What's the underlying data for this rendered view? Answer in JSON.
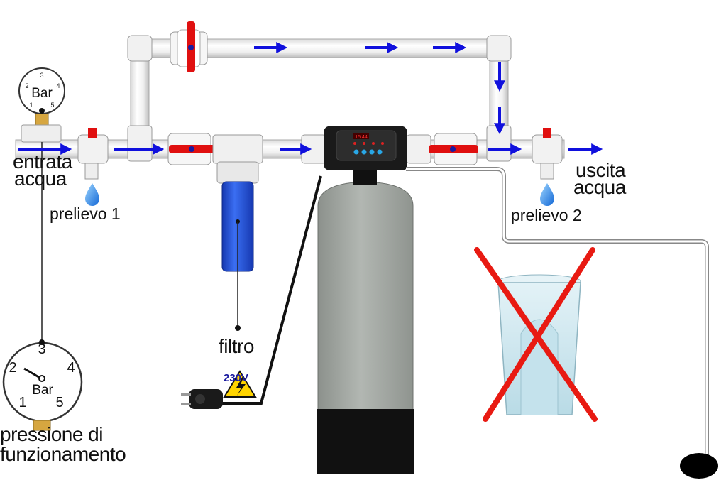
{
  "labels": {
    "inlet": [
      "entrata",
      "acqua"
    ],
    "outlet": [
      "uscita",
      "acqua"
    ],
    "tap1": "prelievo 1",
    "tap2": "prelievo 2",
    "filter": "filtro",
    "pressure": [
      "pressione di",
      "funzionamento"
    ],
    "voltage": "230V"
  },
  "small_gauge": {
    "unit": "Bar",
    "ticks": [
      "1",
      "2",
      "3",
      "4",
      "5"
    ]
  },
  "large_gauge": {
    "unit": "Bar",
    "ticks": [
      "1",
      "2",
      "3",
      "4",
      "5"
    ]
  },
  "controller": {
    "display": "15:44"
  },
  "colors": {
    "pipe": "#f4f4f4",
    "arrow": "#1010dd",
    "valve_handle": "#e01010",
    "filter_housing": "#1f4fd6",
    "tank": "#a3a8a3",
    "tank_base": "#111111",
    "brine_tank": "#cde8f0",
    "cross": "#e81a12",
    "warning": "#ffd400"
  },
  "icons": [
    "water-drop-icon",
    "plug-icon",
    "warning-triangle-icon",
    "cross-icon"
  ]
}
